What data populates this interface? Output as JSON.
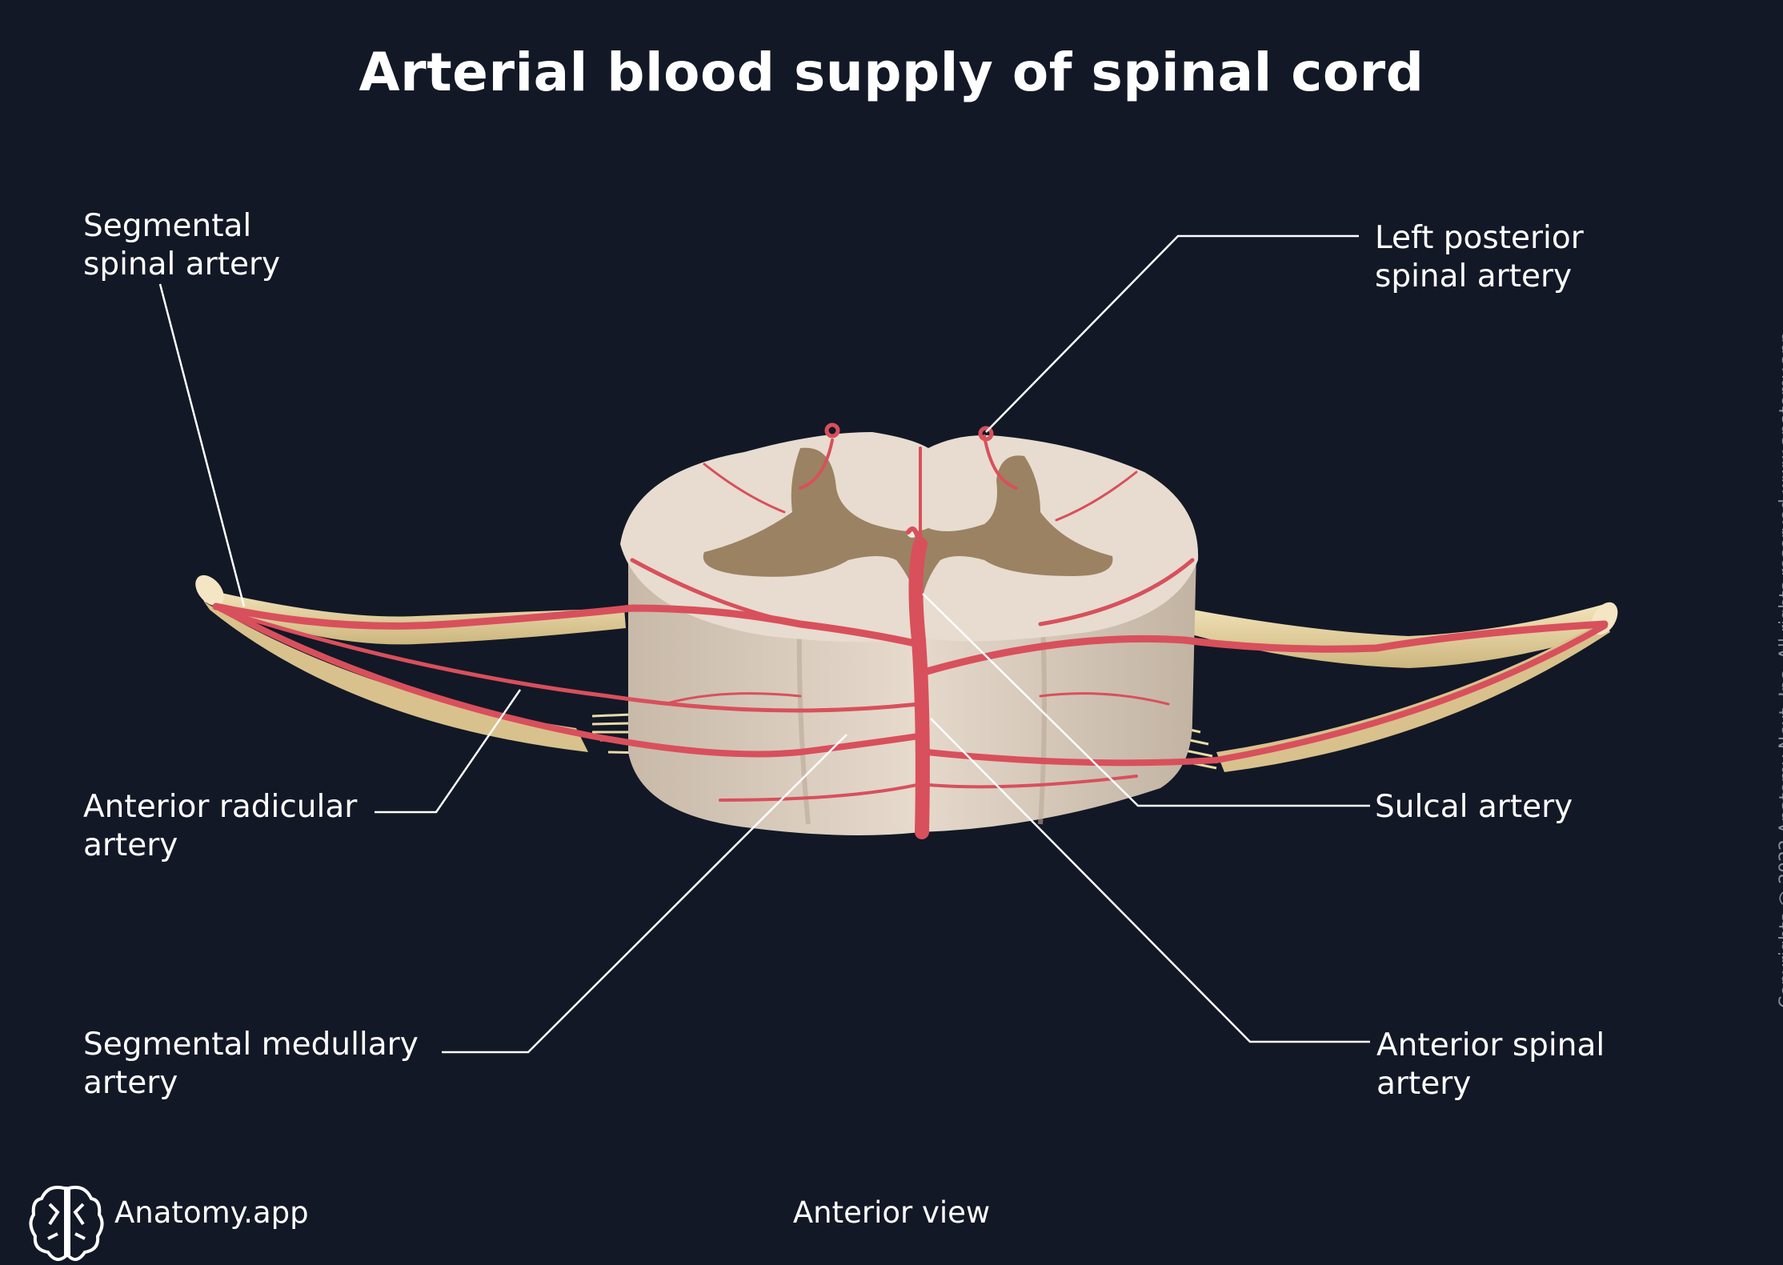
{
  "title": "Arterial blood supply of spinal cord",
  "labels": {
    "segmental_spinal": [
      "Segmental",
      "spinal artery"
    ],
    "left_posterior_spinal": [
      "Left posterior",
      "spinal artery"
    ],
    "anterior_radicular": [
      "Anterior radicular",
      "artery"
    ],
    "sulcal": [
      "Sulcal artery"
    ],
    "segmental_medullary": [
      "Segmental medullary",
      "artery"
    ],
    "anterior_spinal": [
      "Anterior spinal",
      "artery"
    ]
  },
  "view_caption": "Anterior view",
  "brand": "Anatomy.app",
  "copyright": "Copyrights @ 2022 Anatomy Next, Inc. All rights reserved www.anatomy.app",
  "colors": {
    "background": "#131826",
    "artery": "#d8505c",
    "cord": "#e3d6c8",
    "grey_matter": "#9b8262",
    "nerve": "#e9d6a4",
    "leader": "#ffffff"
  }
}
